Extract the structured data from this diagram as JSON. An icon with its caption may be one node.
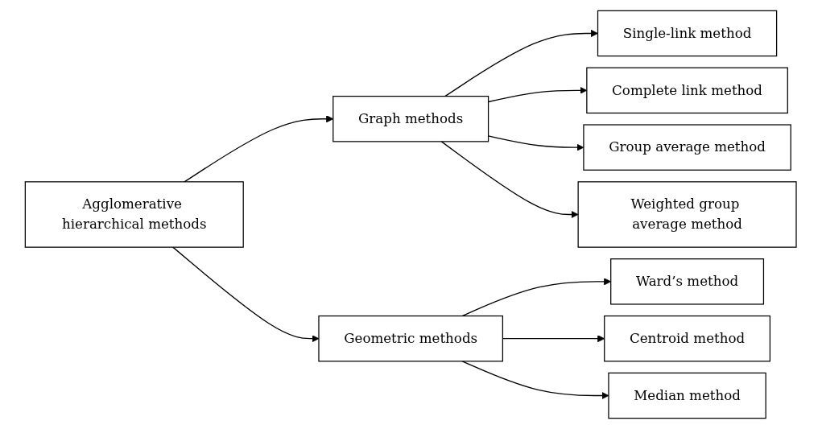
{
  "diagram": {
    "nodes": [
      {
        "text": [
          "Agglomerative hierarchical methods"
        ]
      },
      {
        "text": [
          "Graph methods"
        ]
      },
      {
        "text": [
          "Geometric methods"
        ]
      },
      {
        "text": [
          "Single-link method"
        ]
      },
      {
        "text": [
          "Complete link method"
        ]
      },
      {
        "text": [
          "Group average method"
        ]
      },
      {
        "text": [
          "Weighted group average method"
        ]
      },
      {
        "text": [
          "Ward’s method"
        ]
      },
      {
        "text": [
          "Centroid method"
        ]
      },
      {
        "text": [
          "Median method"
        ]
      }
    ],
    "edges": [
      {
        "from": 0,
        "to": 1,
        "arrow": "to"
      },
      {
        "from": 0,
        "to": 2,
        "arrow": "to"
      },
      {
        "from": 1,
        "to": 3,
        "arrow": "to"
      },
      {
        "from": 1,
        "to": 4,
        "arrow": "to"
      },
      {
        "from": 1,
        "to": 5,
        "arrow": "to"
      },
      {
        "from": 1,
        "to": 6,
        "arrow": "to"
      },
      {
        "from": 2,
        "to": 7,
        "arrow": "to"
      },
      {
        "from": 2,
        "to": 8,
        "arrow": "to"
      },
      {
        "from": 2,
        "to": 9,
        "arrow": "to"
      }
    ]
  }
}
